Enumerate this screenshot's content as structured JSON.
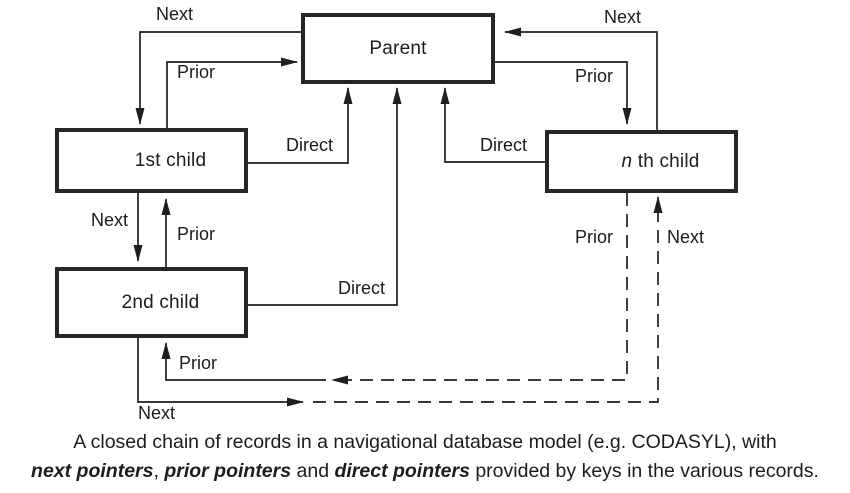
{
  "figure": {
    "colors": {
      "ink": "#1f1f1f",
      "background": "#ffffff"
    },
    "boxes": {
      "parent": {
        "label": "Parent"
      },
      "first_child": {
        "label": "1st child"
      },
      "second_child": {
        "label": "2nd child"
      },
      "nth_child": {
        "label_var": "n",
        "label_rest": " th child"
      }
    },
    "edge_labels": {
      "next_top_left": "Next",
      "prior_top_left": "Prior",
      "direct_first": "Direct",
      "direct_nth": "Direct",
      "next_top_right": "Next",
      "prior_top_right": "Prior",
      "next_first_second": "Next",
      "prior_second_first": "Prior",
      "direct_second": "Direct",
      "prior_chain_near_second": "Prior",
      "prior_chain_near_nth": "Prior",
      "next_chain_near_nth": "Next",
      "next_chain_near_second": "Next"
    }
  },
  "caption": {
    "line1": "A closed chain of records in a navigational database model (e.g. CODASYL), with",
    "line2_segments": [
      {
        "text": "next pointers",
        "emphasis": true
      },
      {
        "text": ", ",
        "emphasis": false
      },
      {
        "text": "prior pointers",
        "emphasis": true
      },
      {
        "text": " and ",
        "emphasis": false
      },
      {
        "text": "direct pointers",
        "emphasis": true
      },
      {
        "text": " provided by keys in the various records.",
        "emphasis": false
      }
    ]
  }
}
